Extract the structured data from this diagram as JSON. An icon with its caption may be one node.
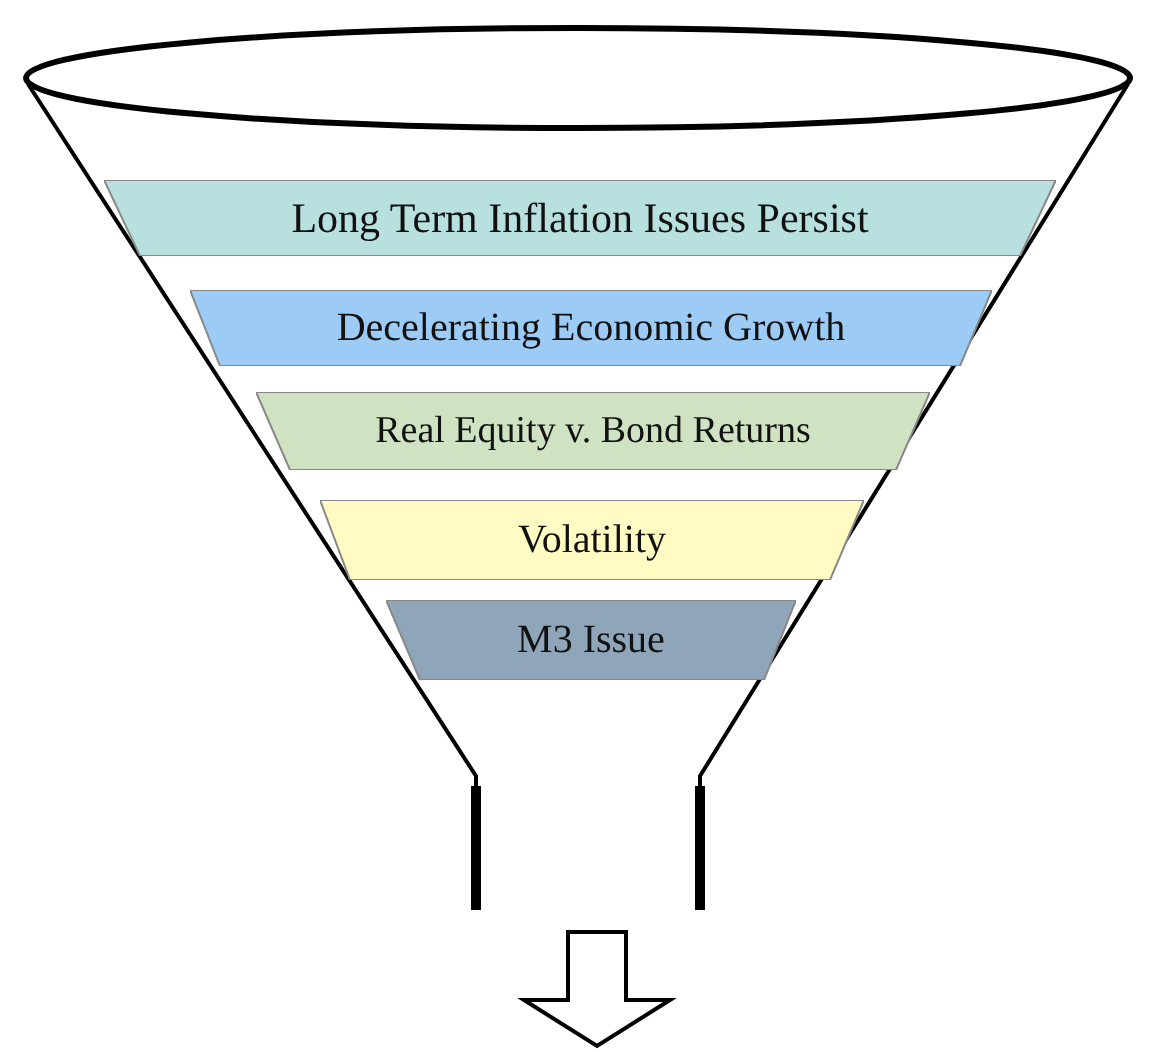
{
  "diagram": {
    "nodes": [
      {
        "text": [
          "Long Term Inflation Issues Persist"
        ]
      },
      {
        "text": [
          "Decelerating Economic Growth"
        ]
      },
      {
        "text": [
          "Real Equity v. Bond Returns"
        ]
      },
      {
        "text": [
          "Volatility"
        ]
      },
      {
        "text": [
          "M3 Issue"
        ]
      }
    ]
  }
}
